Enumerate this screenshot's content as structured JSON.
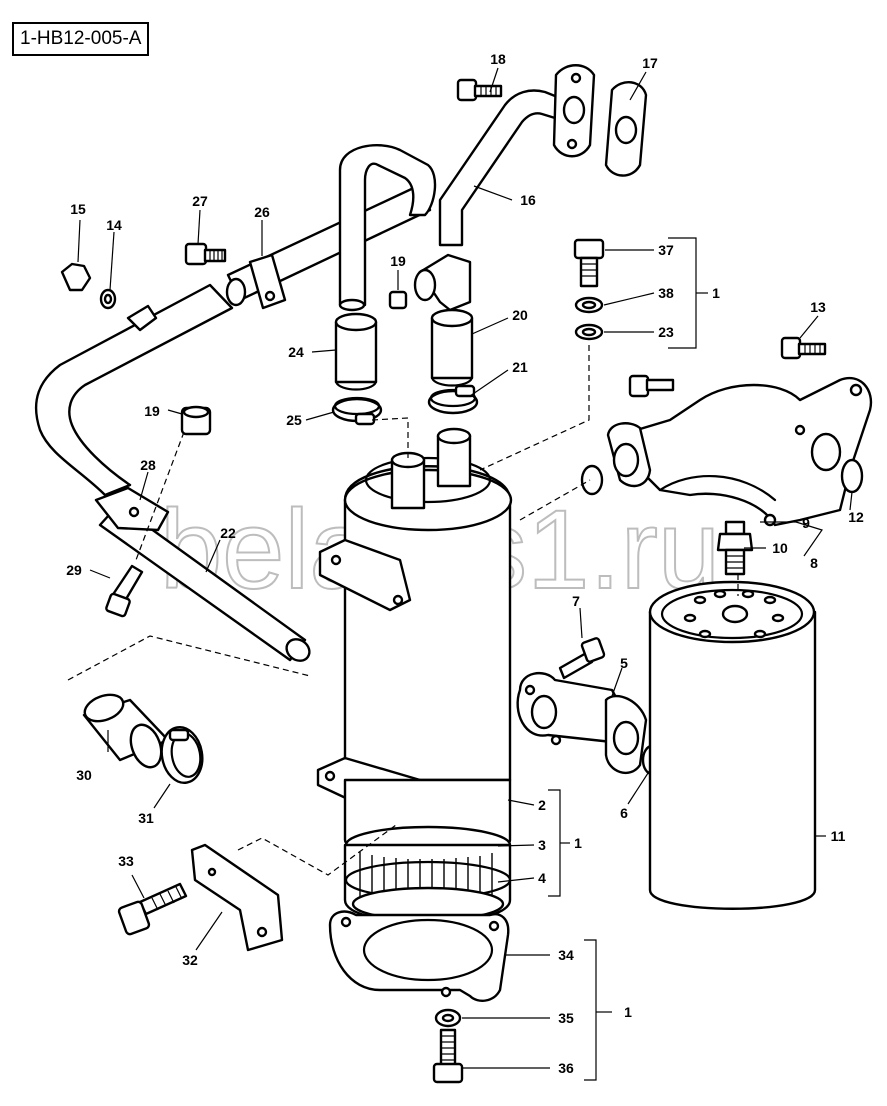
{
  "drawing": {
    "reference_code": "1-HB12-005-A",
    "watermark": "belarus1.ru"
  },
  "callouts": [
    "1",
    "2",
    "3",
    "4",
    "5",
    "6",
    "7",
    "8",
    "9",
    "10",
    "11",
    "12",
    "13",
    "14",
    "15",
    "16",
    "17",
    "18",
    "19",
    "20",
    "21",
    "22",
    "23",
    "24",
    "25",
    "26",
    "27",
    "28",
    "29",
    "30",
    "31",
    "32",
    "33",
    "34",
    "35",
    "36",
    "37",
    "38"
  ]
}
